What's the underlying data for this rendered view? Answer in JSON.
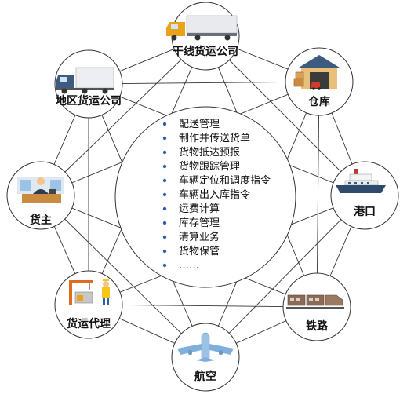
{
  "nodes": {
    "trunk_freight": "干线货运公司",
    "warehouse": "仓库",
    "port": "港口",
    "railway": "铁路",
    "aviation": "航空",
    "freight_agent": "货运代理",
    "shipper": "货主",
    "regional_freight": "地区货运公司"
  },
  "functions": [
    "配送管理",
    "制作并传送货单",
    "货物抵达预报",
    "货物跟踪管理",
    "车辆定位和调度指令",
    "车辆出入库指令",
    "运费计算",
    "库存管理",
    "清算业务",
    "货物保管",
    "……"
  ],
  "colors": {
    "line": "#333333",
    "bullet": "#2d5fa8",
    "truck_cab": "#e8a31a",
    "plane": "#9cc3e6",
    "ship_hull": "#2f4a6b"
  }
}
